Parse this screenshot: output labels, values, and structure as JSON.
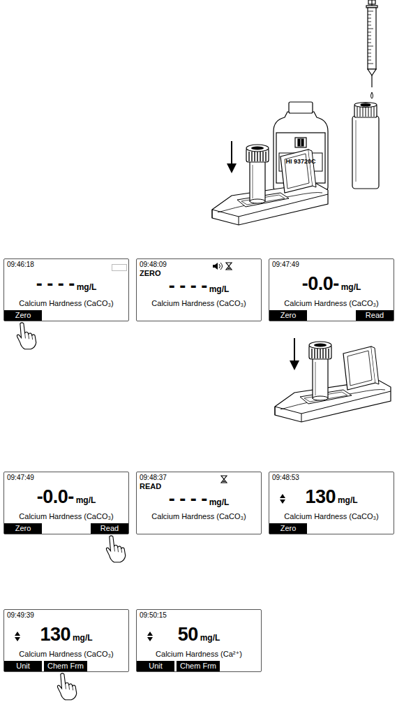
{
  "diagram": {
    "nodes": [
      {
        "text": [
          "09:46:18",
          "- - - -",
          "mg/L",
          "Calcium Hardness (CaCO₃)"
        ]
      },
      {
        "text": [
          "Zero"
        ],
        "in": 0
      },
      {
        "text": [
          "09:48:09",
          "ZERO",
          "- - - -",
          "mg/L",
          "Calcium Hardness (CaCO₃)"
        ]
      },
      {
        "text": [
          "09:47:49",
          "-0.0-",
          "mg/L",
          "Calcium Hardness (CaCO₃)"
        ]
      },
      {
        "text": [
          "Zero"
        ],
        "in": 3
      },
      {
        "text": [
          "Read"
        ],
        "in": 3
      },
      {
        "text": [
          "09:47:49",
          "-0.0-",
          "mg/L",
          "Calcium Hardness (CaCO₃)"
        ]
      },
      {
        "text": [
          "Zero"
        ],
        "in": 6
      },
      {
        "text": [
          "Read"
        ],
        "in": 6
      },
      {
        "text": [
          "09:48:37",
          "READ",
          "- - - -",
          "mg/L",
          "Calcium Hardness (CaCO₃)"
        ]
      },
      {
        "text": [
          "09:48:53",
          "130",
          "mg/L",
          "Calcium Hardness (CaCO₃)"
        ]
      },
      {
        "text": [
          "Zero"
        ],
        "in": 10
      },
      {
        "text": [
          "09:49:39",
          "130",
          "mg/L",
          "Calcium Hardness (CaCO₃)"
        ]
      },
      {
        "text": [
          "Unit"
        ],
        "in": 12
      },
      {
        "text": [
          "Chem Frm"
        ],
        "in": 12
      },
      {
        "text": [
          "09:50:15",
          "50",
          "mg/L",
          "Calcium Hardness (Ca²⁺)"
        ]
      },
      {
        "text": [
          "Unit"
        ],
        "in": 15
      },
      {
        "text": [
          "Chem Frm"
        ],
        "in": 15
      }
    ],
    "labels": [
      "HI 93720C"
    ]
  }
}
